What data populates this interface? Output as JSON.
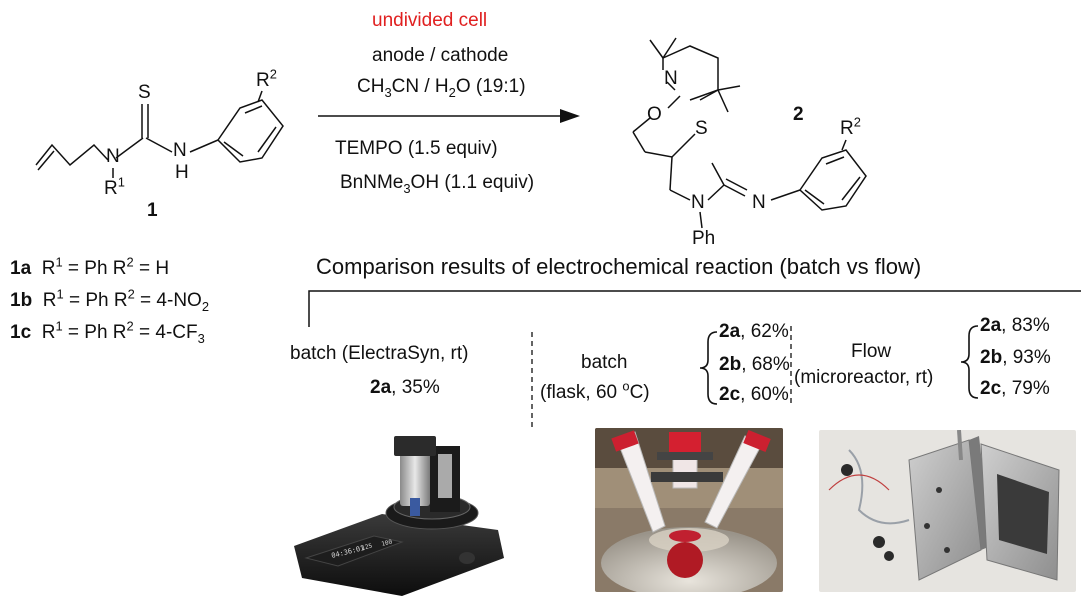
{
  "colors": {
    "accent_red": "#e02020",
    "text": "#111111"
  },
  "conditions": {
    "cell": "undivided cell",
    "electrodes": "anode  / cathode",
    "solvent": {
      "a": "CH",
      "b": "3",
      "c": "CN / H",
      "d": "2",
      "e": "O (19:1)"
    },
    "tempo": "TEMPO    (1.5 equiv)",
    "base": {
      "a": "BnNMe",
      "b": "3",
      "c": "OH (1.1 equiv)"
    }
  },
  "reactant": {
    "label": "1",
    "atoms": {
      "S": "S",
      "N1": "N",
      "N2": "N",
      "H": "H",
      "R": "R",
      "R1sup": "1",
      "Rb": "R",
      "R2sup": "2"
    }
  },
  "product": {
    "label": "2",
    "atoms": {
      "N_tempo": "N",
      "O": "O",
      "S": "S",
      "N_ring": "N",
      "N_imine": "N",
      "Ph": "Ph",
      "R": "R",
      "R2sup": "2"
    }
  },
  "substituents": [
    {
      "id": "1a",
      "r1": "R",
      "r1sup": "1",
      "r1val": " =  Ph  ",
      "r2": "R",
      "r2sup": "2",
      "r2val": " = H",
      "r2sub": ""
    },
    {
      "id": "1b",
      "r1": "R",
      "r1sup": "1",
      "r1val": " =  Ph  ",
      "r2": "R",
      "r2sup": "2",
      "r2val": " = 4-NO",
      "r2sub": "2"
    },
    {
      "id": "1c",
      "r1": "R",
      "r1sup": "1",
      "r1val": " =  Ph  ",
      "r2": "R",
      "r2sup": "2",
      "r2val": " = 4-CF",
      "r2sub": "3"
    }
  ],
  "comparison_title": "Comparison results of electrochemical reaction (batch vs flow)",
  "batch_electrasyn": {
    "label": "batch (ElectraSyn, rt)",
    "product": "2a",
    "yield": ", 35%"
  },
  "batch_flask": {
    "label": "batch",
    "sub_a": "(flask, 60 ",
    "sub_sup": "o",
    "sub_b": "C)",
    "results": [
      {
        "product": "2a",
        "yield": ", 62%"
      },
      {
        "product": "2b",
        "yield": ", 68%"
      },
      {
        "product": "2c",
        "yield": ", 60%"
      }
    ]
  },
  "flow": {
    "label": "Flow",
    "sub": "(microreactor, rt)",
    "results": [
      {
        "product": "2a",
        "yield": ", 83%"
      },
      {
        "product": "2b",
        "yield": ", 93%"
      },
      {
        "product": "2c",
        "yield": ", 79%"
      }
    ]
  },
  "device_screen": {
    "line1": "125",
    "line2": "04:36:01",
    "line3": "100"
  }
}
